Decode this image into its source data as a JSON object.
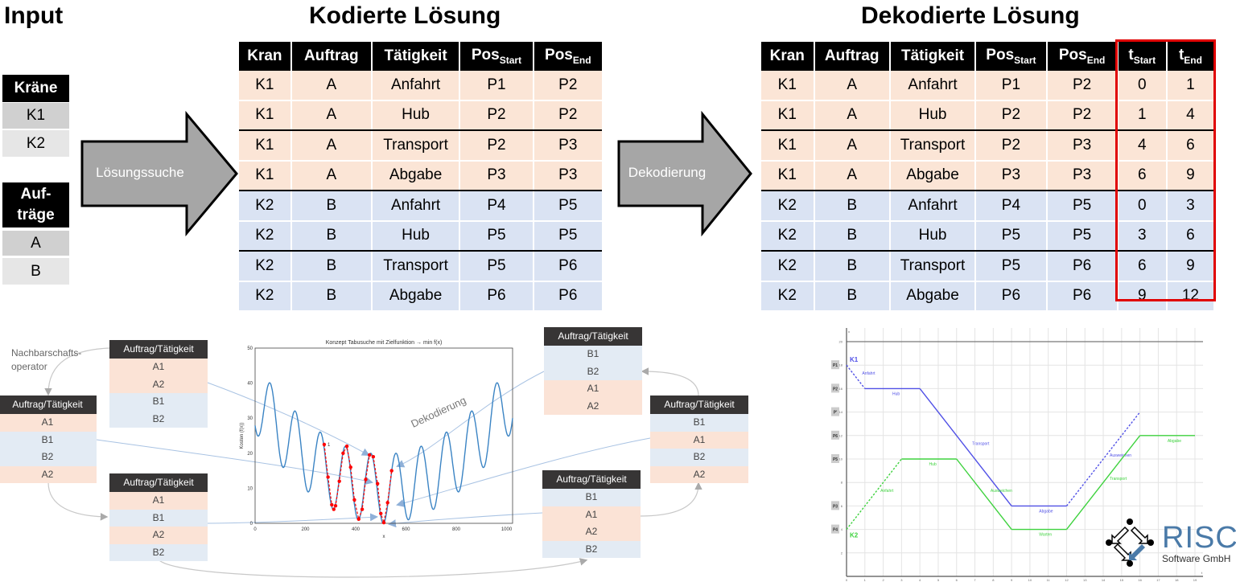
{
  "input": {
    "title": "Input",
    "cranes_header": "Kräne",
    "cranes": [
      "K1",
      "K2"
    ],
    "orders_header": "Auf-träge",
    "orders": [
      "A",
      "B"
    ]
  },
  "encoded": {
    "title": "Kodierte Lösung",
    "arrow_label": "Lösungssuche",
    "columns": [
      {
        "label": "Kran",
        "sub": ""
      },
      {
        "label": "Auftrag",
        "sub": ""
      },
      {
        "label": "Tätigkeit",
        "sub": ""
      },
      {
        "label": "Pos",
        "sub": "Start"
      },
      {
        "label": "Pos",
        "sub": "End"
      }
    ],
    "rows": [
      [
        "K1",
        "A",
        "Anfahrt",
        "P1",
        "P2"
      ],
      [
        "K1",
        "A",
        "Hub",
        "P2",
        "P2"
      ],
      [
        "K1",
        "A",
        "Transport",
        "P2",
        "P3"
      ],
      [
        "K1",
        "A",
        "Abgabe",
        "P3",
        "P3"
      ],
      [
        "K2",
        "B",
        "Anfahrt",
        "P4",
        "P5"
      ],
      [
        "K2",
        "B",
        "Hub",
        "P5",
        "P5"
      ],
      [
        "K2",
        "B",
        "Transport",
        "P5",
        "P6"
      ],
      [
        "K2",
        "B",
        "Abgabe",
        "P6",
        "P6"
      ]
    ]
  },
  "decoded": {
    "title": "Dekodierte Lösung",
    "arrow_label": "Dekodierung",
    "highlight_color": "#e00000",
    "columns": [
      {
        "label": "Kran",
        "sub": ""
      },
      {
        "label": "Auftrag",
        "sub": ""
      },
      {
        "label": "Tätigkeit",
        "sub": ""
      },
      {
        "label": "Pos",
        "sub": "Start"
      },
      {
        "label": "Pos",
        "sub": "End"
      },
      {
        "label": "t",
        "sub": "Start"
      },
      {
        "label": "t",
        "sub": "End"
      }
    ],
    "rows": [
      [
        "K1",
        "A",
        "Anfahrt",
        "P1",
        "P2",
        "0",
        "1"
      ],
      [
        "K1",
        "A",
        "Hub",
        "P2",
        "P2",
        "1",
        "4"
      ],
      [
        "K1",
        "A",
        "Transport",
        "P2",
        "P3",
        "4",
        "6"
      ],
      [
        "K1",
        "A",
        "Abgabe",
        "P3",
        "P3",
        "6",
        "9"
      ],
      [
        "K2",
        "B",
        "Anfahrt",
        "P4",
        "P5",
        "0",
        "3"
      ],
      [
        "K2",
        "B",
        "Hub",
        "P5",
        "P5",
        "3",
        "6"
      ],
      [
        "K2",
        "B",
        "Transport",
        "P5",
        "P6",
        "6",
        "9"
      ],
      [
        "K2",
        "B",
        "Abgabe",
        "P6",
        "P6",
        "9",
        "12"
      ]
    ]
  },
  "neighborhood": {
    "operator_label": "Nachbarschafts-\noperator",
    "decode_label": "Dekodierung",
    "tables": [
      {
        "id": "top-left",
        "header": "Auftrag/Tätigkeit",
        "items": [
          "A1",
          "A2",
          "B1",
          "B2"
        ]
      },
      {
        "id": "left",
        "header": "Auftrag/Tätigkeit",
        "items": [
          "A1",
          "B1",
          "B2",
          "A2"
        ]
      },
      {
        "id": "bottom-left",
        "header": "Auftrag/Tätigkeit",
        "items": [
          "A1",
          "B1",
          "A2",
          "B2"
        ]
      },
      {
        "id": "top-right",
        "header": "Auftrag/Tätigkeit",
        "items": [
          "B1",
          "B2",
          "A1",
          "A2"
        ]
      },
      {
        "id": "right",
        "header": "Auftrag/Tätigkeit",
        "items": [
          "B1",
          "A1",
          "B2",
          "A2"
        ]
      },
      {
        "id": "bottom-right",
        "header": "Auftrag/Tätigkeit",
        "items": [
          "B1",
          "A1",
          "A2",
          "B2"
        ]
      }
    ]
  },
  "chart_data": [
    {
      "type": "line",
      "title": "Konzept Tabusuche mit Zielfunktion → min f(x)",
      "xlabel": "x",
      "ylabel": "Kosten (f(x))",
      "xlim": [
        0,
        1024
      ],
      "ylim": [
        0,
        50
      ],
      "xticks": [
        0,
        200,
        400,
        600,
        800,
        1000
      ],
      "yticks": [
        0,
        10,
        20,
        30,
        40,
        50
      ],
      "curve_color": "#3b84c4",
      "search_color": "#ff0000",
      "curve_samples": {
        "x": [
          0,
          10,
          60,
          110,
          160,
          210,
          260,
          310,
          360,
          410,
          460,
          510,
          560,
          610,
          660,
          710,
          760,
          810,
          860,
          910,
          960,
          1010,
          1024
        ],
        "y": [
          28,
          25,
          40,
          16,
          32,
          9,
          26,
          4,
          22,
          1,
          20,
          0,
          20,
          1,
          22,
          4,
          26,
          9,
          32,
          16,
          40,
          25,
          28
        ]
      },
      "search_path": {
        "start_label": "1",
        "x": [
          275,
          290,
          305,
          313,
          320,
          335,
          350,
          365,
          380,
          395,
          412,
          426,
          440,
          455,
          470,
          487,
          500,
          512,
          527,
          543
        ],
        "y": [
          22.5,
          13.2,
          5.3,
          4,
          5,
          12,
          20,
          22,
          16,
          6.7,
          1.2,
          4,
          12.5,
          19.5,
          19,
          11.3,
          2.8,
          0.2,
          5.9,
          15
        ]
      }
    },
    {
      "type": "line",
      "xlim": [
        0,
        19
      ],
      "ylim": [
        0,
        20
      ],
      "xticks": [
        0,
        1,
        2,
        3,
        4,
        5,
        6,
        7,
        8,
        9,
        10,
        11,
        12,
        13,
        14,
        15,
        16,
        17,
        18,
        19
      ],
      "yticks": [
        2,
        4,
        6,
        8,
        10,
        12,
        14,
        16,
        18,
        20
      ],
      "xlabel": "t",
      "ylabel": "x",
      "position_labels": [
        {
          "label": "P1",
          "y": 18
        },
        {
          "label": "P2",
          "y": 16
        },
        {
          "label": "P'",
          "y": 14
        },
        {
          "label": "P6",
          "y": 12
        },
        {
          "label": "P5",
          "y": 10
        },
        {
          "label": "P3",
          "y": 6
        },
        {
          "label": "P4",
          "y": 4
        }
      ],
      "series": [
        {
          "name": "K1",
          "color": "#5050e6",
          "segments": [
            {
              "x": [
                0,
                1
              ],
              "y": [
                18,
                16
              ],
              "dashed": true,
              "label": "Anfahrt"
            },
            {
              "x": [
                1,
                4
              ],
              "y": [
                16,
                16
              ],
              "dashed": false,
              "label": "Hub"
            },
            {
              "x": [
                4,
                9
              ],
              "y": [
                16,
                6
              ],
              "dashed": false,
              "label": "Transport"
            },
            {
              "x": [
                9,
                12
              ],
              "y": [
                6,
                6
              ],
              "dashed": false,
              "label": "Abgabe"
            },
            {
              "x": [
                12,
                16
              ],
              "y": [
                6,
                14
              ],
              "dashed": true,
              "label": "Ausweichen"
            }
          ]
        },
        {
          "name": "K2",
          "color": "#3ed23e",
          "segments": [
            {
              "x": [
                0,
                3
              ],
              "y": [
                4,
                10
              ],
              "dashed": true,
              "label": "Anfahrt"
            },
            {
              "x": [
                3,
                6
              ],
              "y": [
                10,
                10
              ],
              "dashed": false,
              "label": "Hub"
            },
            {
              "x": [
                6,
                9
              ],
              "y": [
                10,
                4
              ],
              "dashed": false,
              "label": "Ausweichen"
            },
            {
              "x": [
                9,
                12
              ],
              "y": [
                4,
                4
              ],
              "dashed": false,
              "label": "Warten"
            },
            {
              "x": [
                12,
                16
              ],
              "y": [
                4,
                12
              ],
              "dashed": false,
              "label": "Transport"
            },
            {
              "x": [
                16,
                19
              ],
              "y": [
                12,
                12
              ],
              "dashed": false,
              "label": "Abgabe"
            }
          ]
        }
      ]
    }
  ],
  "logo": {
    "name": "RISC",
    "subtitle": "Software GmbH",
    "color": "#4a7aa8"
  }
}
